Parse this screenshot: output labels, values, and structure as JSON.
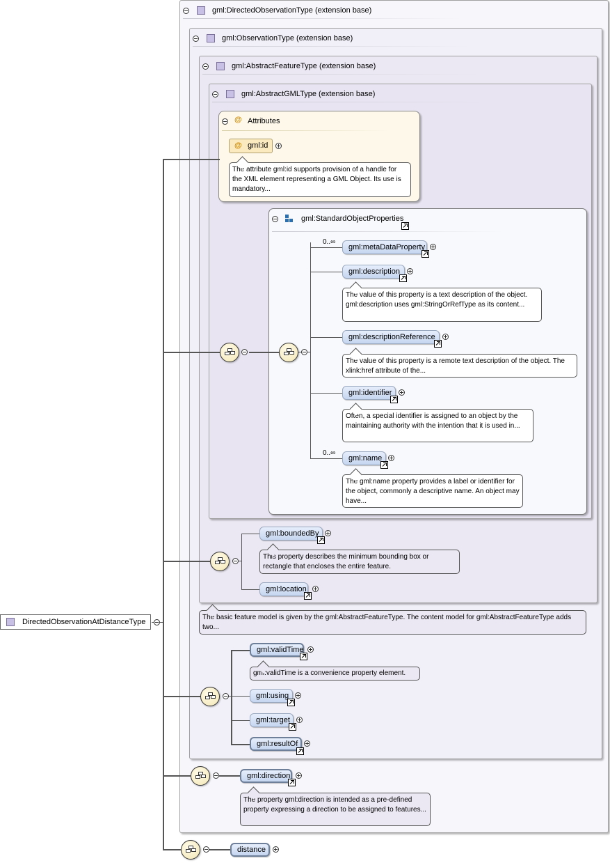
{
  "root": {
    "label": "DirectedObservationAtDistanceType"
  },
  "containers": {
    "directed_observation": "gml:DirectedObservationType (extension base)",
    "observation": "gml:ObservationType (extension base)",
    "abstract_feature": "gml:AbstractFeatureType (extension base)",
    "abstract_gml": "gml:AbstractGMLType (extension base)"
  },
  "attributes": {
    "title": "Attributes",
    "id_label": "gml:id",
    "id_doc": "The attribute gml:id supports provision of a handle for the XML element representing a GML Object. Its use is mandatory..."
  },
  "standard_props": {
    "title": "gml:StandardObjectProperties",
    "items": [
      {
        "label": "gml:metaDataProperty",
        "card": "0..∞",
        "doc": ""
      },
      {
        "label": "gml:description",
        "card": "",
        "doc": "The value of this property is a text description of the object. gml:description uses gml:StringOrRefType as its content..."
      },
      {
        "label": "gml:descriptionReference",
        "card": "",
        "doc": "The value of this property is a remote text description of the object. The xlink:href attribute of the..."
      },
      {
        "label": "gml:identifier",
        "card": "",
        "doc": "Often, a special identifier is assigned to an object by the maintaining authority with the intention that it is used in..."
      },
      {
        "label": "gml:name",
        "card": "0..∞",
        "doc": "The gml:name property provides a label or identifier for the object, commonly a descriptive name. An object may have..."
      }
    ]
  },
  "feature_seq": {
    "bounded_by": "gml:boundedBy",
    "bounded_by_doc": "This property describes the minimum bounding box or rectangle that encloses the entire feature.",
    "location": "gml:location",
    "feature_doc": "The basic feature model is given by the gml:AbstractFeatureType. The content model for gml:AbstractFeatureType adds two..."
  },
  "observation_seq": {
    "valid_time": "gml:validTime",
    "valid_time_doc": "gml:validTime is a convenience property element.",
    "using": "gml:using",
    "target": "gml:target",
    "result_of": "gml:resultOf"
  },
  "direction": {
    "label": "gml:direction",
    "doc": "The property gml:direction is intended as a pre-defined property expressing a direction to be assigned to features..."
  },
  "distance": {
    "label": "distance"
  },
  "colors": {
    "type_fill": "#c9c0e6",
    "element_fill": "#dbe6f8",
    "attr_fill": "#fdf8ea",
    "container_fill": "#ece8f3"
  }
}
